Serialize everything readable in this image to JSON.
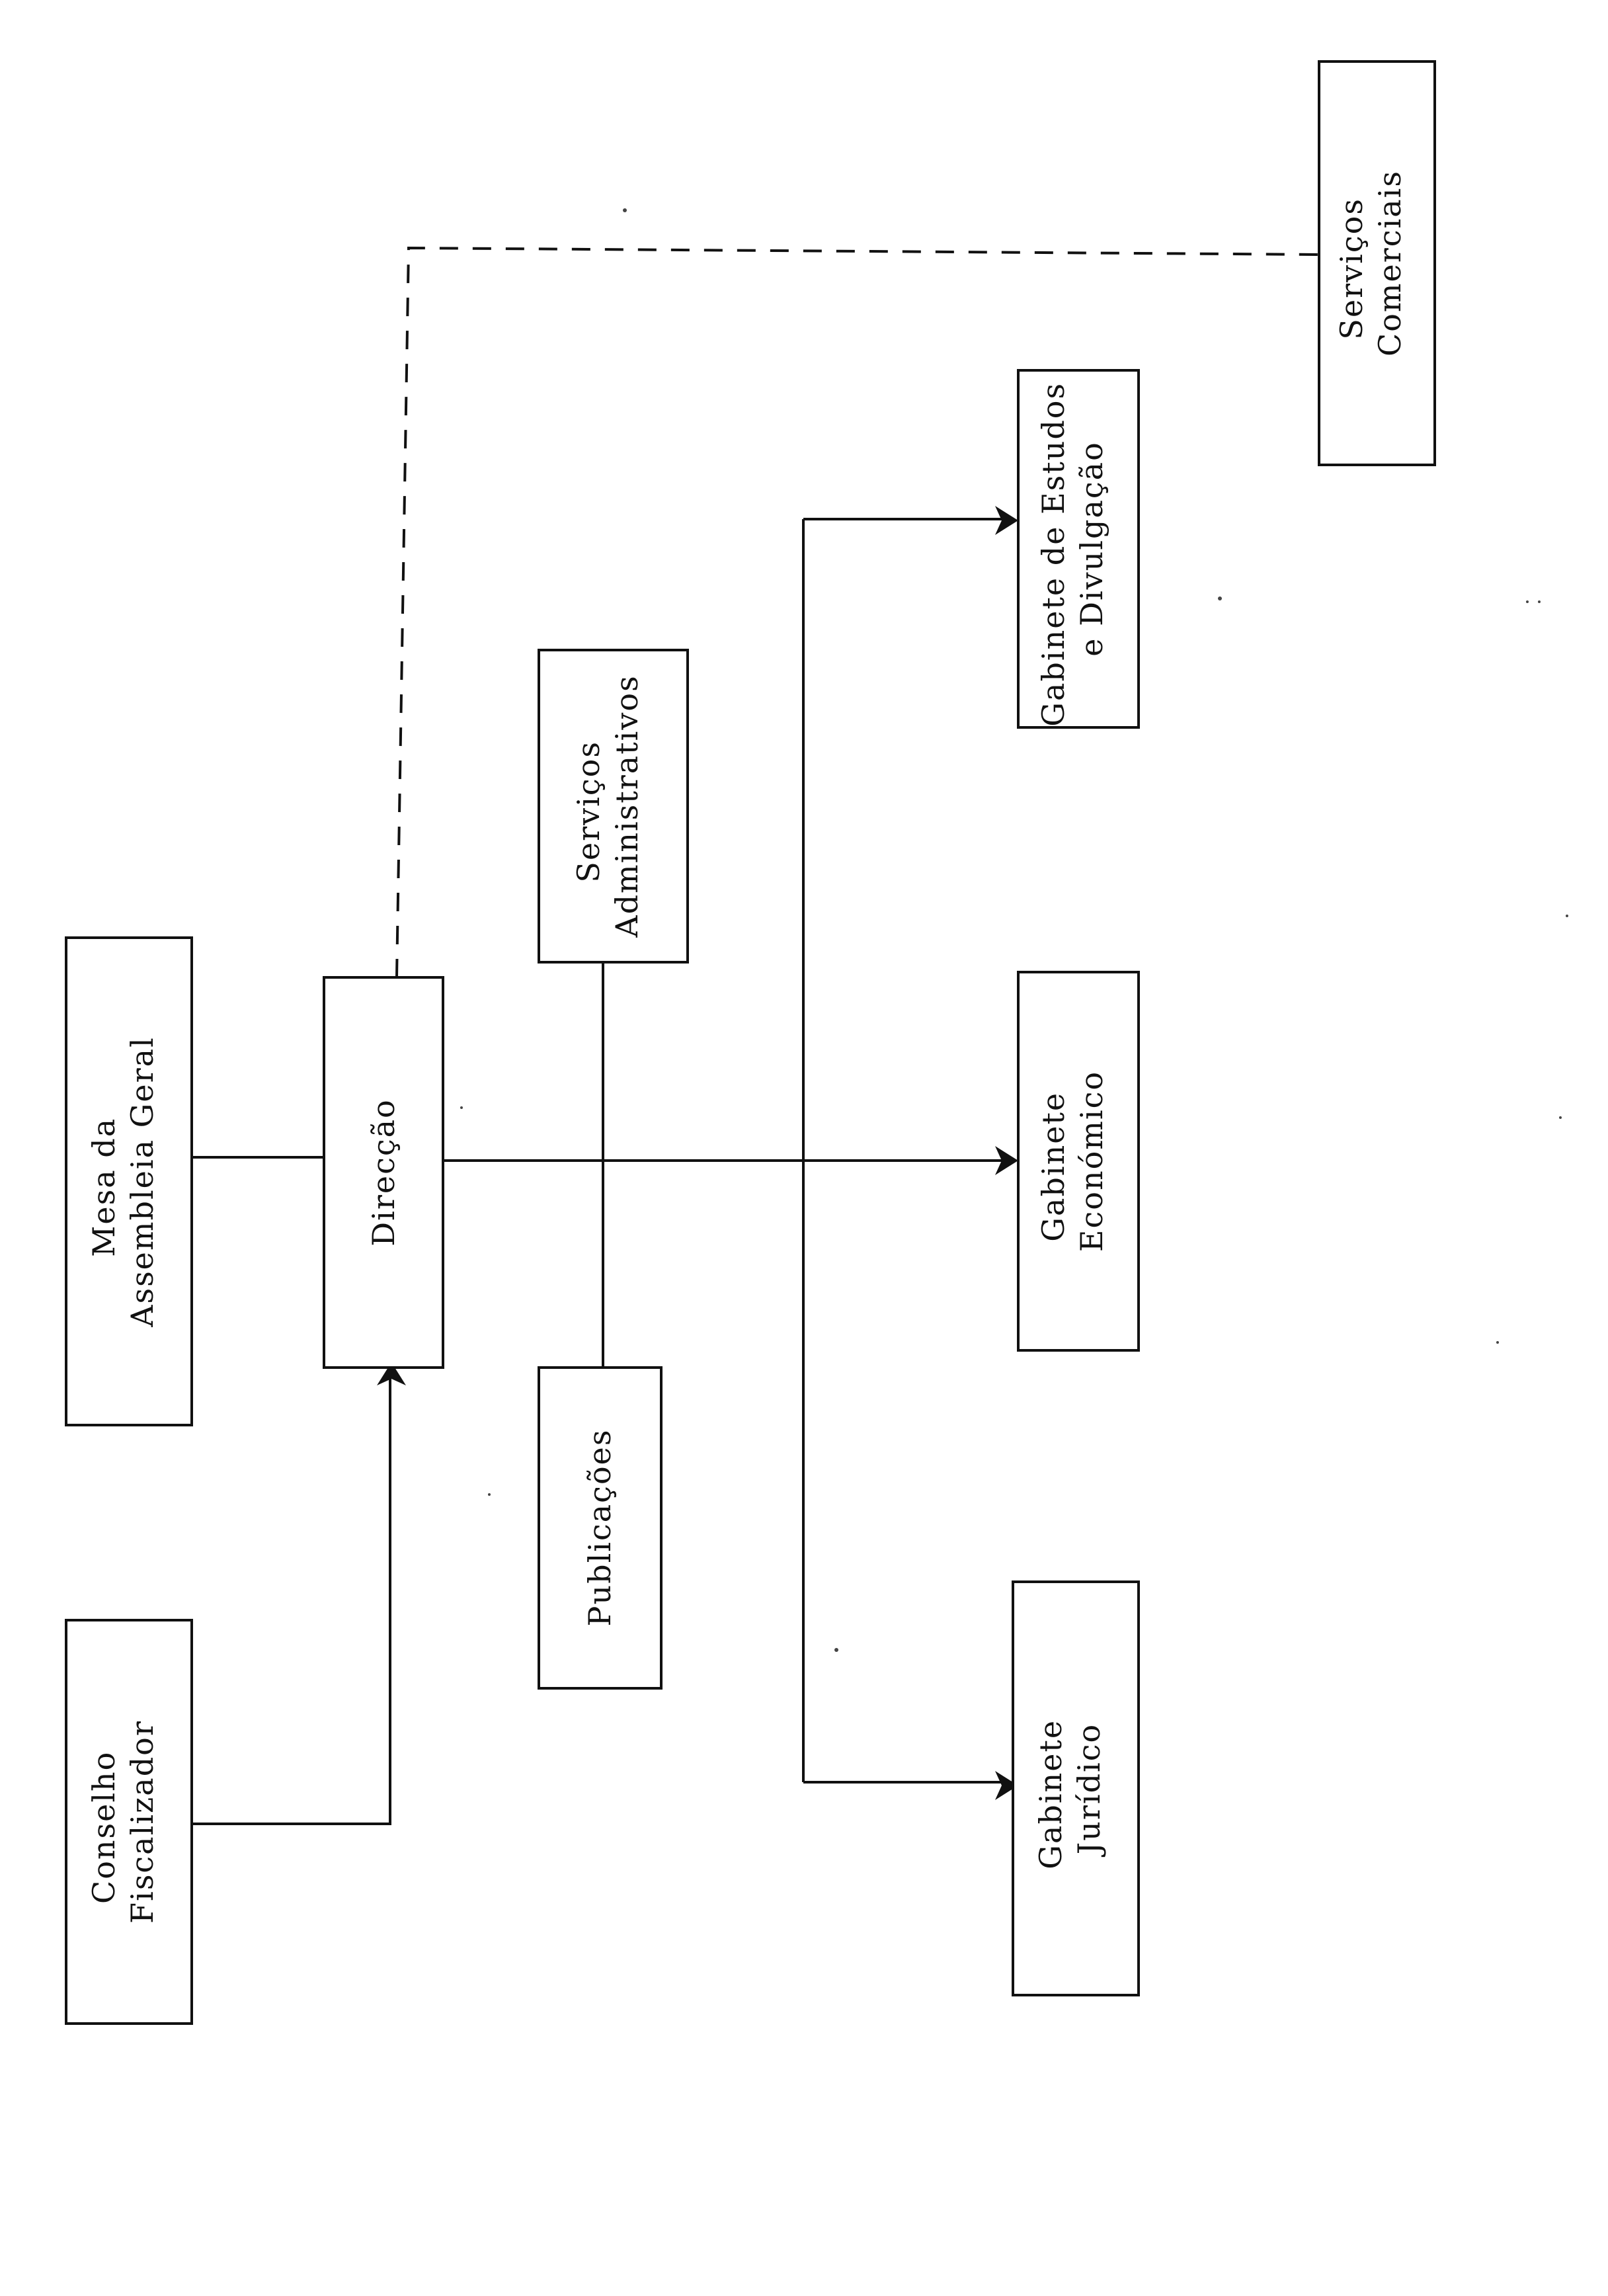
{
  "nodes": {
    "mesa_assembleia": {
      "line1": "Mesa da",
      "line2": "Assembleia Geral"
    },
    "direccao": {
      "line1": "Direcção"
    },
    "conselho_fiscalizador": {
      "line1": "Conselho",
      "line2": "Fiscalizador"
    },
    "servicos_administrativos": {
      "line1": "Serviços",
      "line2": "Administrativos"
    },
    "publicacoes": {
      "line1": "Publicações"
    },
    "gabinete_estudos": {
      "line1": "Gabinete de Estudos",
      "line2": "e Divulgação"
    },
    "gabinete_economico": {
      "line1": "Gabinete",
      "line2": "Económico"
    },
    "gabinete_juridico": {
      "line1": "Gabinete",
      "line2": "Jurídico"
    },
    "servicos_comerciais": {
      "line1": "Serviços",
      "line2": "Comerciais"
    }
  },
  "connections": [
    {
      "from": "mesa_assembleia",
      "to": "direccao",
      "style": "solid",
      "arrow": false
    },
    {
      "from": "conselho_fiscalizador",
      "to": "direccao",
      "style": "solid",
      "arrow": true
    },
    {
      "from": "direccao",
      "to": "gabinete_economico",
      "style": "solid",
      "arrow": true
    },
    {
      "from": "servicos_administrativos",
      "to": "publicacoes",
      "style": "solid",
      "arrow": false
    },
    {
      "from": "direccao",
      "to": "gabinete_estudos",
      "style": "solid",
      "arrow": true
    },
    {
      "from": "direccao",
      "to": "gabinete_juridico",
      "style": "solid",
      "arrow": true
    },
    {
      "from": "direccao",
      "to": "servicos_comerciais",
      "style": "dashed",
      "arrow": false
    }
  ]
}
